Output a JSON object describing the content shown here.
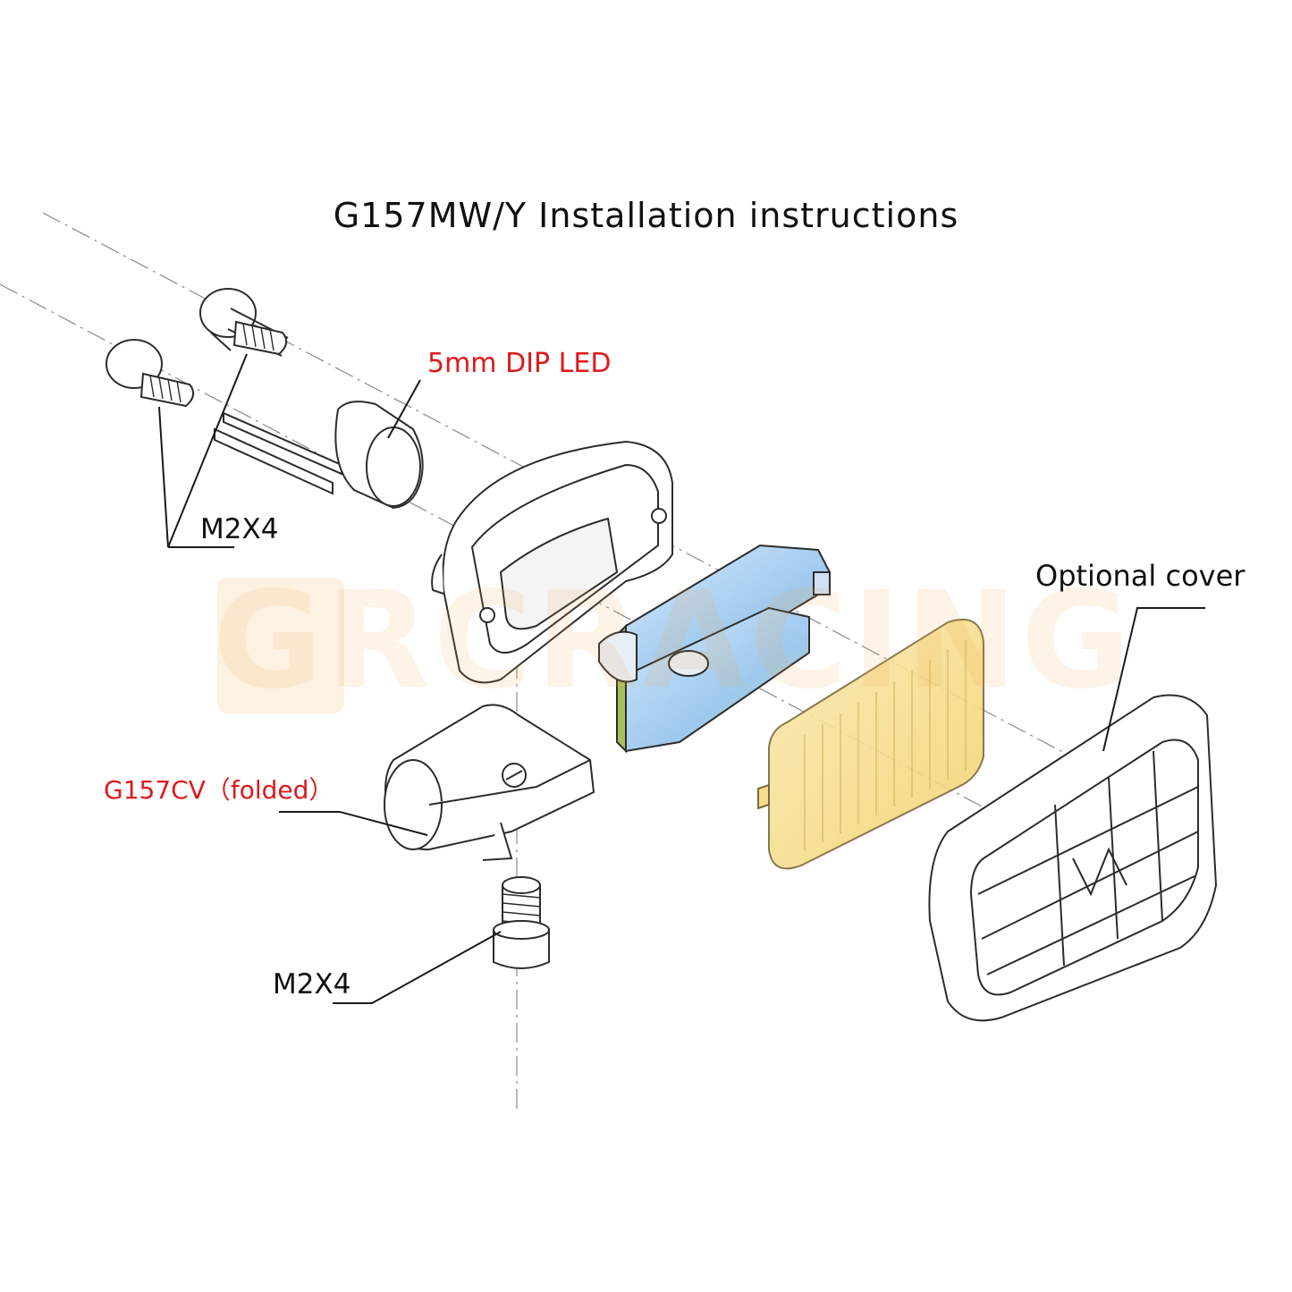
{
  "title": "G157MW/Y Installation instructions",
  "labels": {
    "led": "5mm DIP LED",
    "screw_top": "M2X4",
    "cover": "Optional cover",
    "folded": "G157CV（folded）",
    "screw_bottom": "M2X4"
  },
  "watermark": "GRCRACING",
  "colors": {
    "red_label": "#e0191c",
    "line": "#1a1a1a",
    "part_outline": "#2c2c2c",
    "part_fill": "#ffffff",
    "reflector_blue": "#9ec9ee",
    "reflector_green": "#a7c05a",
    "lens_yellow": "#f6dc8c",
    "watermark": "#f4a64a"
  }
}
